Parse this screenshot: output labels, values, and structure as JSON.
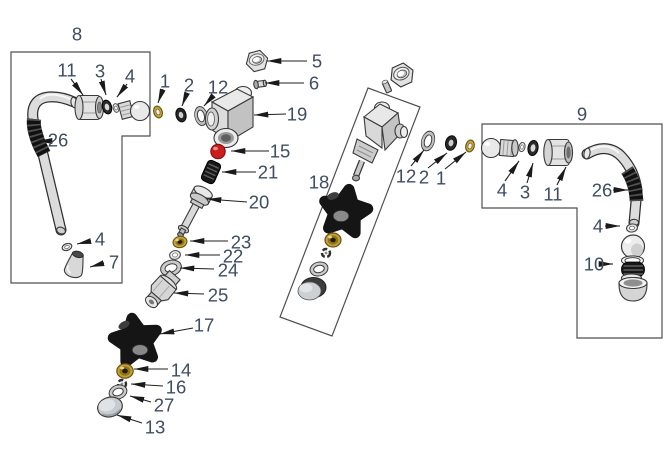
{
  "diagram": {
    "type": "exploded-parts-diagram",
    "background": "#ffffff",
    "callout_color": "#3f4d63",
    "leader_color": "#1f1f1f",
    "box_stroke": "#4f4f4f",
    "highlight_red": "#c81e1e",
    "brass": "#c8a73e",
    "rubber_black": "#1a1a1a",
    "metal_gray": "#d9d9d9"
  },
  "callouts": [
    {
      "label": "8"
    },
    {
      "label": "11"
    },
    {
      "label": "3"
    },
    {
      "label": "4"
    },
    {
      "label": "26"
    },
    {
      "label": "4"
    },
    {
      "label": "7"
    },
    {
      "label": "1"
    },
    {
      "label": "2"
    },
    {
      "label": "12"
    },
    {
      "label": "5"
    },
    {
      "label": "6"
    },
    {
      "label": "19"
    },
    {
      "label": "15"
    },
    {
      "label": "21"
    },
    {
      "label": "20"
    },
    {
      "label": "23"
    },
    {
      "label": "22"
    },
    {
      "label": "24"
    },
    {
      "label": "25"
    },
    {
      "label": "17"
    },
    {
      "label": "14"
    },
    {
      "label": "16"
    },
    {
      "label": "27"
    },
    {
      "label": "13"
    },
    {
      "label": "18"
    },
    {
      "label": "12"
    },
    {
      "label": "2"
    },
    {
      "label": "1"
    },
    {
      "label": "9"
    },
    {
      "label": "4"
    },
    {
      "label": "3"
    },
    {
      "label": "11"
    },
    {
      "label": "26"
    },
    {
      "label": "4"
    },
    {
      "label": "10"
    }
  ]
}
